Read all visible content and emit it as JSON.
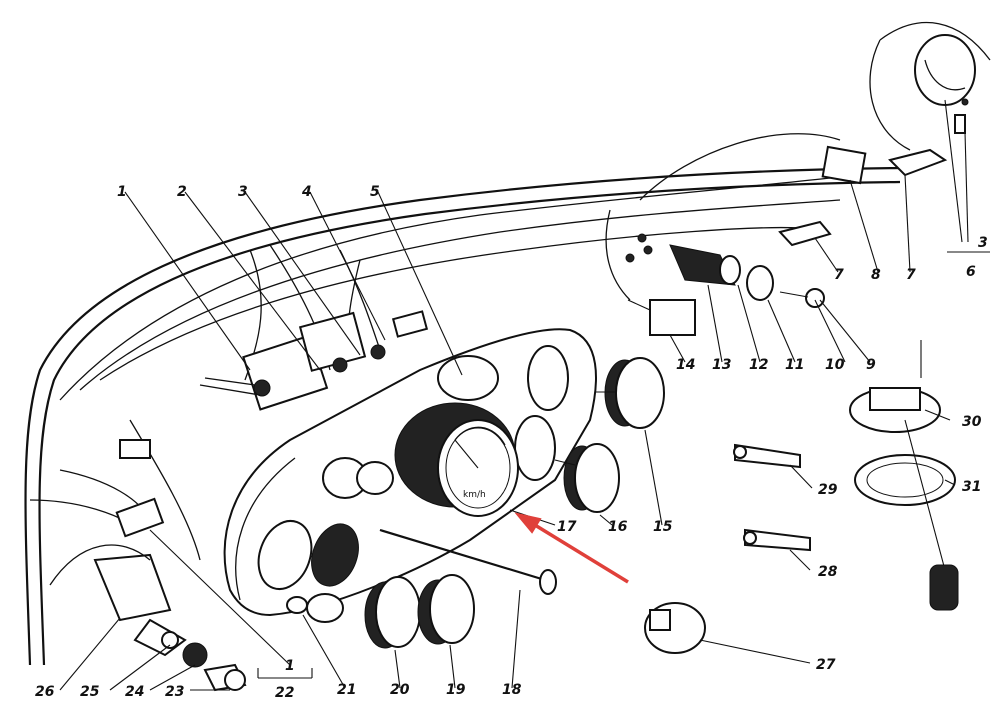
{
  "diagram": {
    "callouts": [
      "1",
      "2",
      "3",
      "4",
      "5",
      "3",
      "6",
      "7",
      "7",
      "8",
      "9",
      "10",
      "11",
      "12",
      "13",
      "14",
      "15",
      "16",
      "17",
      "18",
      "19",
      "20",
      "21",
      "22",
      "1",
      "23",
      "24",
      "25",
      "26",
      "27",
      "28",
      "29",
      "30",
      "31"
    ],
    "gauge_text": "km/h",
    "arrow_color": "#e0403a",
    "ink_color": "#111111"
  }
}
